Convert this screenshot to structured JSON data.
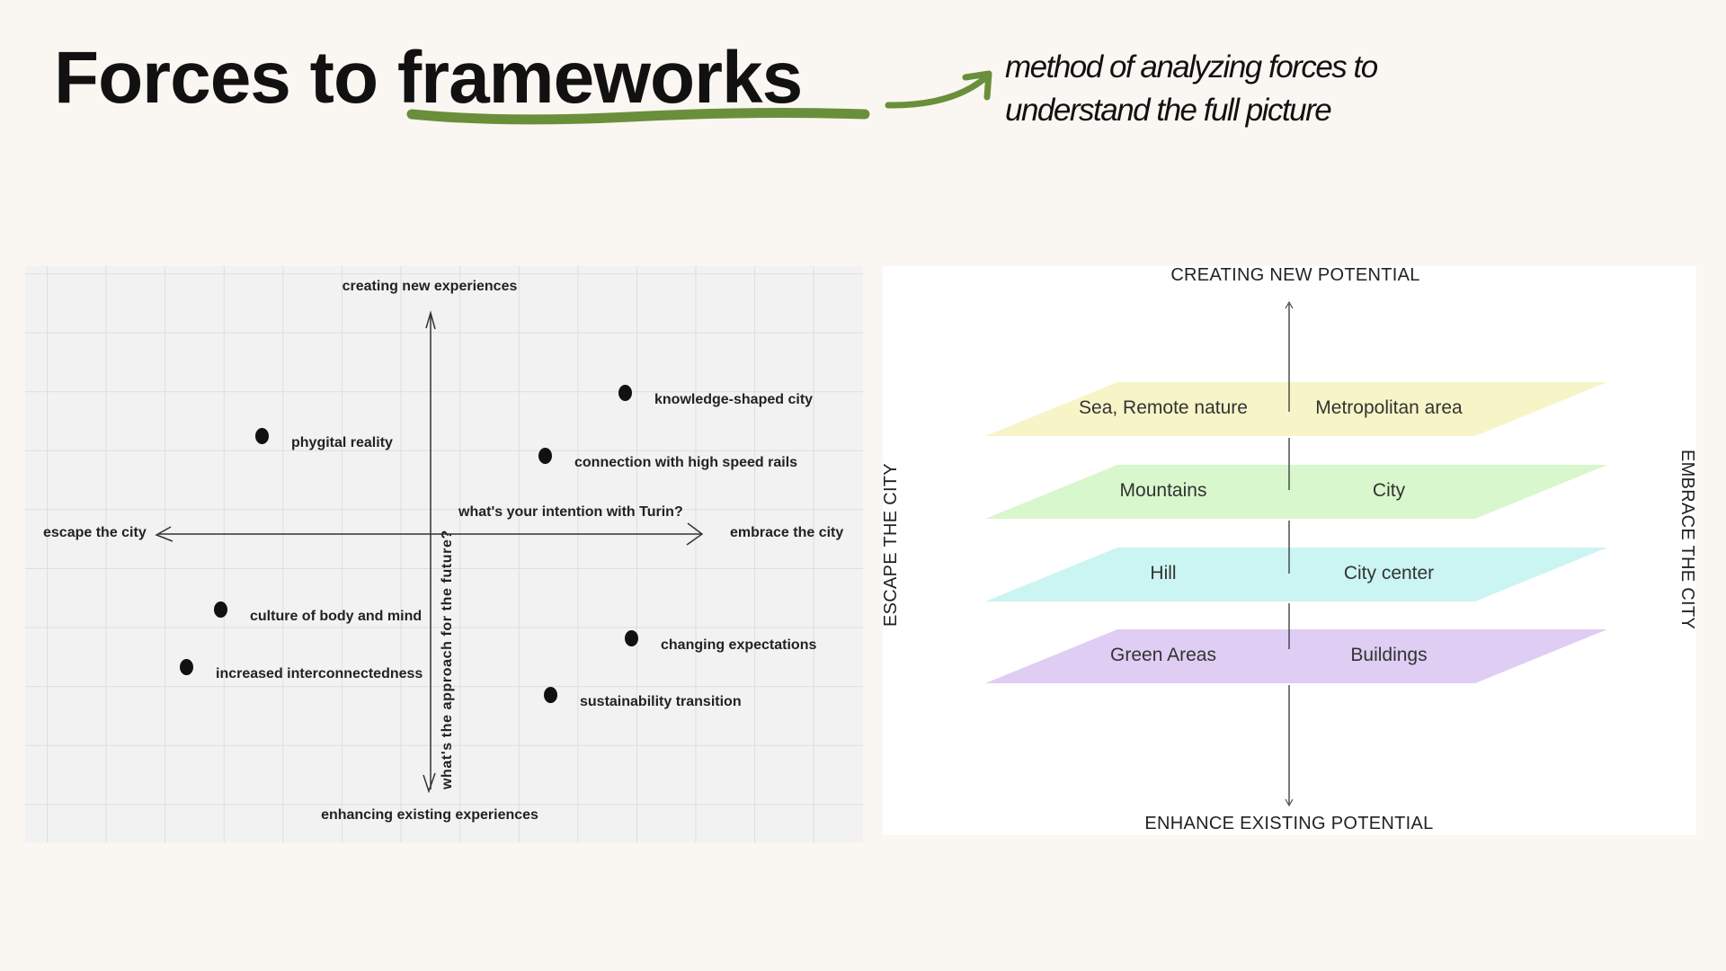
{
  "header": {
    "title": "Forces to frameworks",
    "subtitle_lines": [
      "method of analyzing forces to",
      "understand the full picture"
    ],
    "accent": "#6a8f3a"
  },
  "matrix": {
    "top": "creating new experiences",
    "bottom": "enhancing existing experiences",
    "left": "escape the city",
    "right": "embrace the city",
    "x_question": "what's your intention with Turin?",
    "y_question": "what's the approach for the future?",
    "points": [
      {
        "label": "knowledge-shaped city"
      },
      {
        "label": "phygital reality"
      },
      {
        "label": "connection with high speed rails"
      },
      {
        "label": "culture of body and mind"
      },
      {
        "label": "increased interconnectedness"
      },
      {
        "label": "changing expectations"
      },
      {
        "label": "sustainability transition"
      }
    ]
  },
  "layers": {
    "top": "CREATING NEW POTENTIAL",
    "bottom": "ENHANCE EXISTING POTENTIAL",
    "left": "ESCAPE THE CITY",
    "right": "EMBRACE THE CITY",
    "bands": [
      {
        "left": "Sea, Remote nature",
        "right": "Metropolitan area",
        "color": "#f7f5c8"
      },
      {
        "left": "Mountains",
        "right": "City",
        "color": "#d8f7cc"
      },
      {
        "left": "Hill",
        "right": "City center",
        "color": "#cbf5f2"
      },
      {
        "left": "Green Areas",
        "right": "Buildings",
        "color": "#dfcdf3"
      }
    ]
  }
}
